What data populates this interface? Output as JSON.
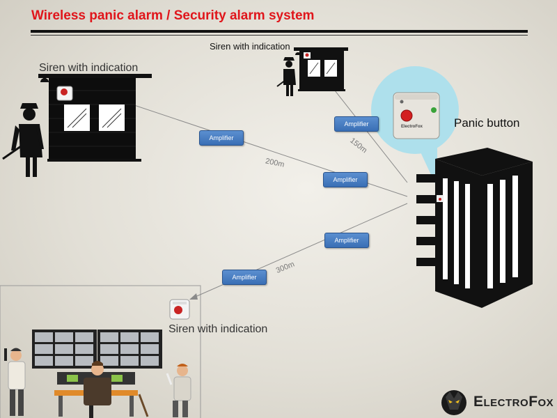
{
  "title": "Wireless panic alarm / Security alarm system",
  "labels": {
    "siren_left": "Siren with indication",
    "siren_top": "Siren with indication",
    "siren_bottom": "Siren with indication",
    "panic_button": "Panic button"
  },
  "amplifiers": [
    "Amplifier",
    "Amplifier",
    "Amplifier",
    "Amplifier",
    "Amplifier"
  ],
  "distances": {
    "d200": "200m",
    "d150": "150m",
    "d300": "300m"
  },
  "device_brand": "ElectroFox",
  "brand": {
    "e1": "E",
    "e2": "LECTRO",
    "f1": "F",
    "f2": "OX"
  },
  "colors": {
    "title": "#e0151b",
    "amplifier": "#4a7fc1",
    "accent_light": "#aee0ec"
  }
}
